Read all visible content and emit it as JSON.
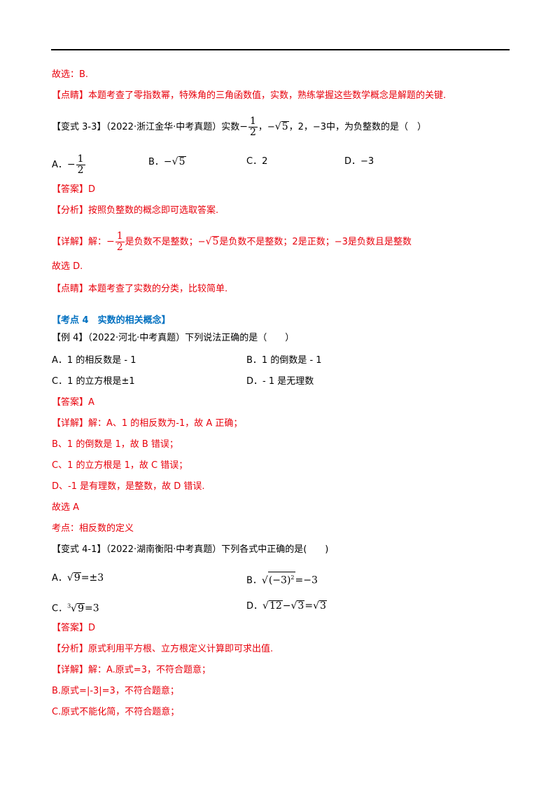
{
  "lines": {
    "l1": "故选：B.",
    "l2": "【点睛】本题考查了零指数幂，特殊角的三角函数值，实数，熟练掌握这些数学概念是解题的关键.",
    "v33_prefix": "【变式 3-3】（2022·浙江金华·中考真题）实数",
    "v33_m1": "−",
    "v33_num": "1",
    "v33_den": "2",
    "v33_mid": "，−",
    "v33_r5": "5",
    "v33_rest": "，2，−3中，为负整数的是（　）",
    "optA_label": "A．",
    "optA_minus": "−",
    "optA_num": "1",
    "optA_den": "2",
    "optB_label": "B．",
    "optB_minus": "−",
    "optB_r": "5",
    "optC": "C．2",
    "optD": "D．−3",
    "ans1": "【答案】D",
    "anal1": "【分析】按照负整数的概念即可选取答案.",
    "det1_prefix": "【详解】解：",
    "det1_minus": "−",
    "det1_num": "1",
    "det1_den": "2",
    "det1_mid1": "是负数不是整数；−",
    "det1_r5": "5",
    "det1_mid2": "是负数不是整数；2是正数；−3是负数且是整数",
    "sel1": "故选 D.",
    "pt1": "【点睛】本题考查了实数的分类，比较简单.",
    "kd4": "【考点 4　实数的相关概念】",
    "ex4": "【例 4】（2022·河北·中考真题）下列说法正确的是（　　）",
    "ex4_A": "A．1 的相反数是 - 1",
    "ex4_B": "B．1 的倒数是 - 1",
    "ex4_C": "C．1 的立方根是±1",
    "ex4_D": "D．- 1 是无理数",
    "ans2": "【答案】A",
    "det2_1": "【详解】解：A、1 的相反数为-1，故 A 正确；",
    "det2_2": "B、1 的倒数是 1，故 B 错误；",
    "det2_3": "C、1 的立方根是 1，故 C 错误；",
    "det2_4": "D、-1 是有理数，是整数，故 D 错误.",
    "sel2": "故选 A",
    "kd": "考点：相反数的定义",
    "v41": "【变式 4-1】（2022·湖南衡阳·中考真题）下列各式中正确的是(　　)",
    "v41_A_label": "A．",
    "v41_A_r": "9",
    "v41_A_rest": "=±3",
    "v41_B_label": "B．",
    "v41_B_r": "(−3)",
    "v41_B_exp": "2",
    "v41_B_rest": "=−3",
    "v41_C_label": "C．",
    "v41_C_idx": "3",
    "v41_C_r": "9",
    "v41_C_rest": "=3",
    "v41_D_label": "D．",
    "v41_D_r1": "12",
    "v41_D_mid": "−",
    "v41_D_r2": "3",
    "v41_D_eq": "=",
    "v41_D_r3": "3",
    "ans3": "【答案】D",
    "anal3": "【分析】原式利用平方根、立方根定义计算即可求出值.",
    "det3_1": "【详解】解：A.原式=3，不符合题意；",
    "det3_2": "B.原式=|-3|=3，不符合题意；",
    "det3_3": "C.原式不能化简，不符合题意；"
  },
  "colors": {
    "accent_red": "#e8000b",
    "heading_blue": "#0070c0"
  }
}
